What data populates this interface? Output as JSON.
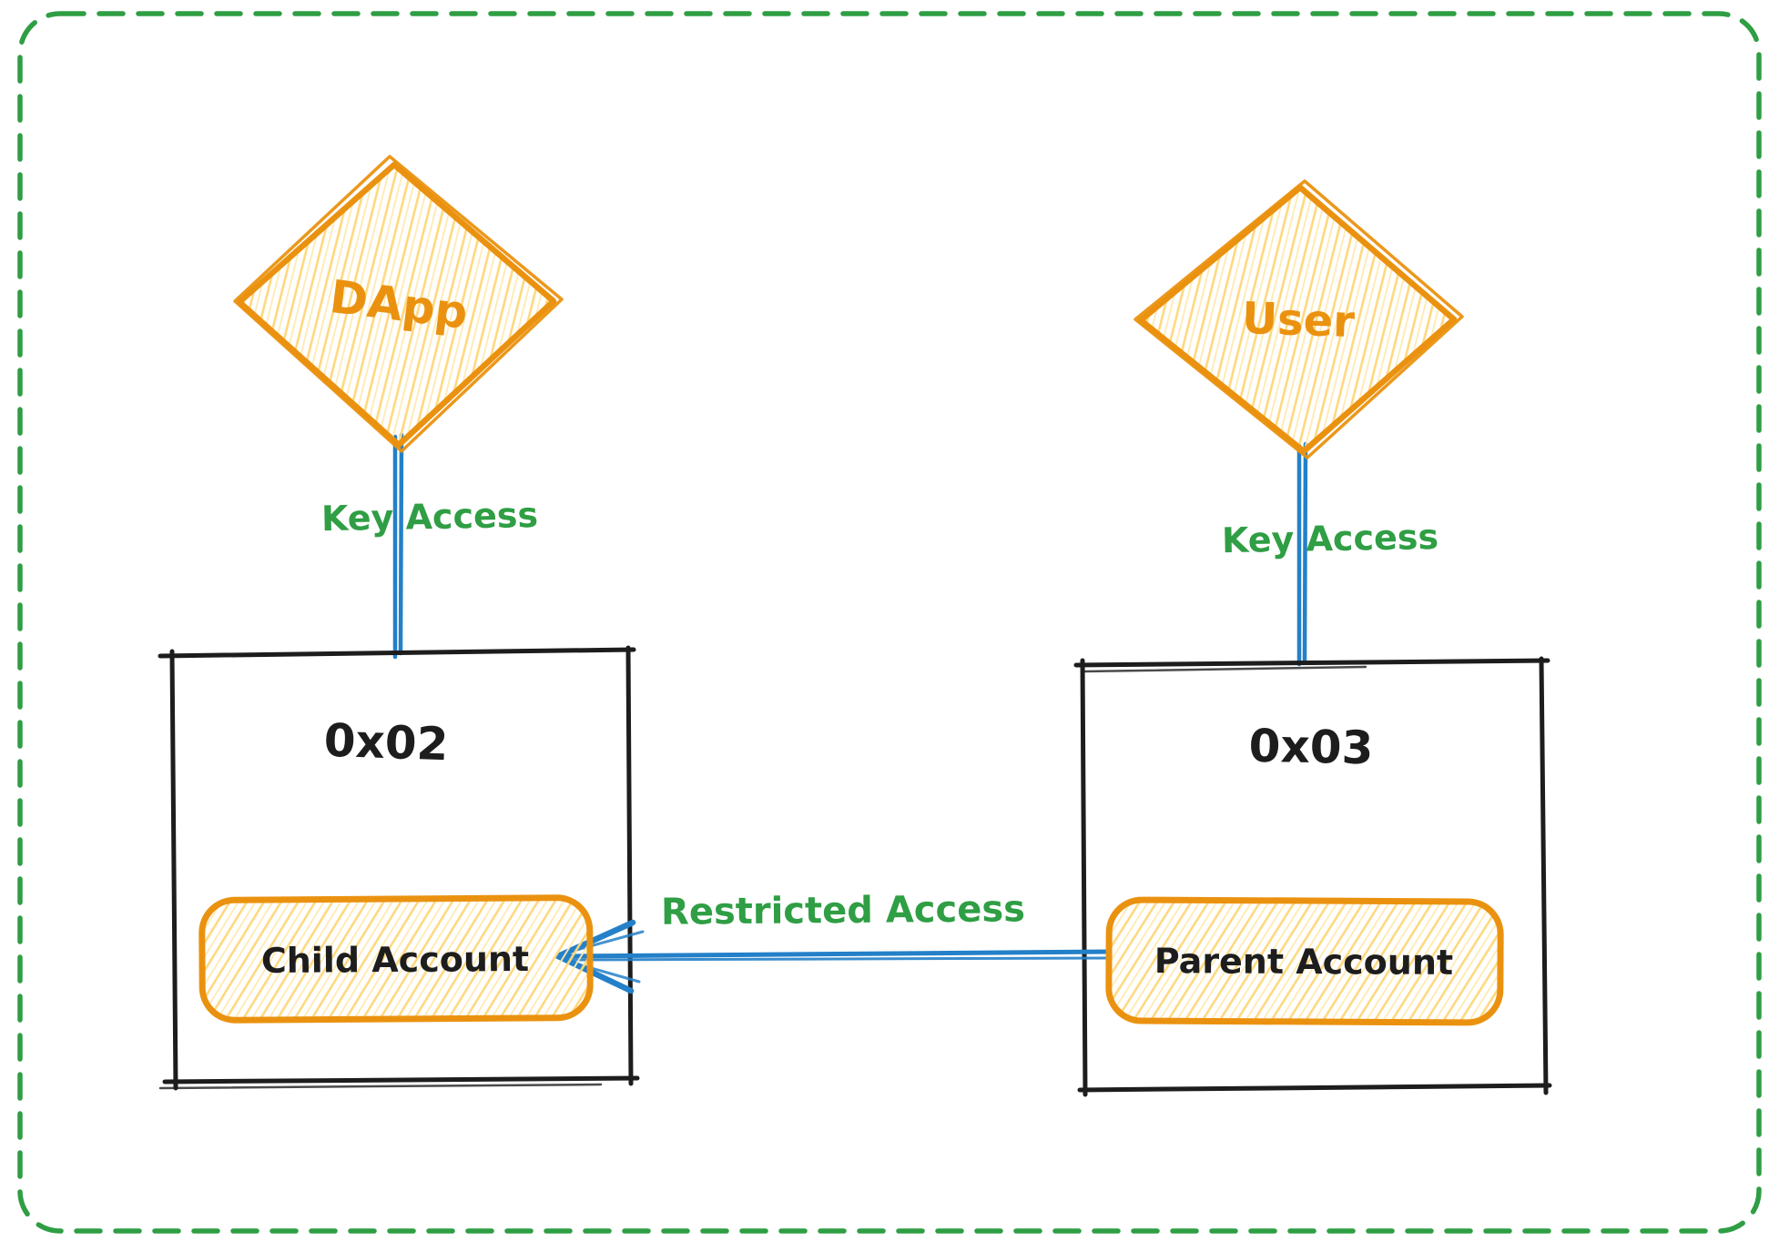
{
  "diagram": {
    "type": "flow-diagram",
    "colors": {
      "orange": "#ea9210",
      "hatch": "#ffd87d",
      "hatch_light": "#ffeab0",
      "blue": "#2480c8",
      "green": "#2f9e44",
      "ink": "#1d1d1d",
      "bg": "#ffffff"
    },
    "nodes": {
      "dapp": {
        "label": "DApp",
        "shape": "diamond"
      },
      "user": {
        "label": "User",
        "shape": "diamond"
      },
      "box02": {
        "label": "0x02",
        "shape": "rectangle"
      },
      "box03": {
        "label": "0x03",
        "shape": "rectangle"
      },
      "child": {
        "label": "Child Account",
        "shape": "rounded-rectangle"
      },
      "parent": {
        "label": "Parent Account",
        "shape": "rounded-rectangle"
      }
    },
    "edges": {
      "dapp_key": {
        "label": "Key Access",
        "from": "DApp",
        "to": "0x02"
      },
      "user_key": {
        "label": "Key Access",
        "from": "User",
        "to": "0x03"
      },
      "restricted": {
        "label": "Restricted Access",
        "from": "Parent Account",
        "to": "Child Account"
      }
    }
  }
}
